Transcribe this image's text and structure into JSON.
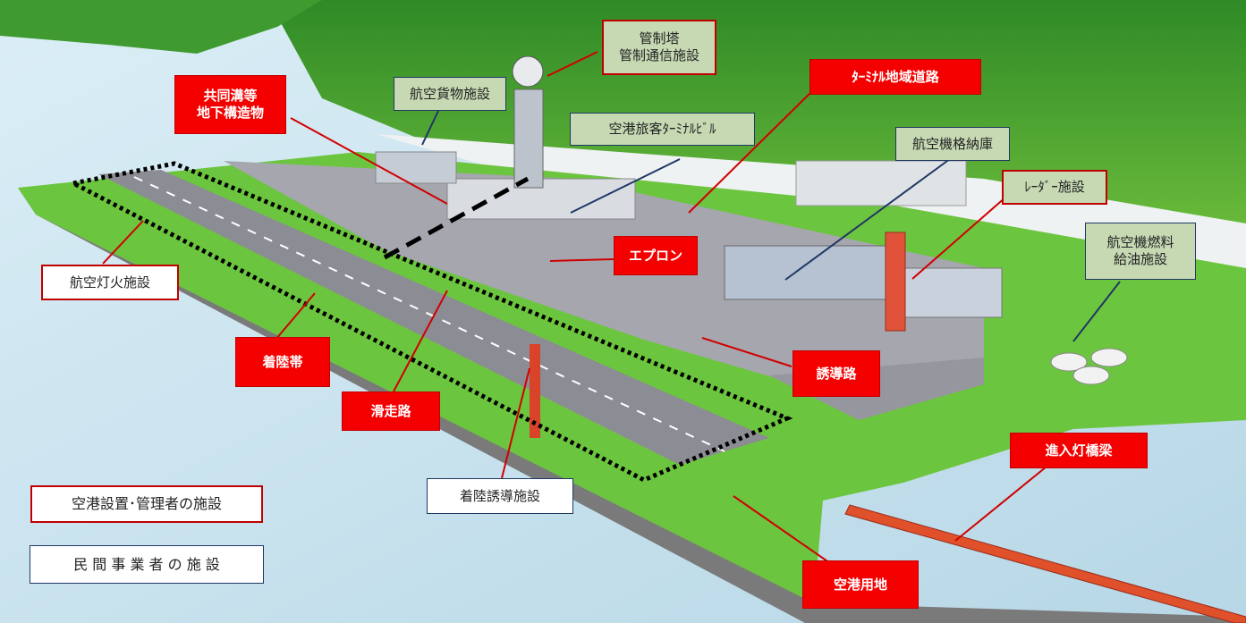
{
  "labels": {
    "control_tower": [
      "管制塔",
      "管制通信施設"
    ],
    "terminal_road": "ﾀｰﾐﾅﾙ地域道路",
    "utility_tunnel": [
      "共同溝等",
      "地下構造物"
    ],
    "cargo_facility": "航空貨物施設",
    "passenger_terminal": "空港旅客ﾀｰﾐﾅﾙﾋﾞﾙ",
    "hangar": "航空機格納庫",
    "radar_facility": "ﾚｰﾀﾞｰ施設",
    "fuel_facility": [
      "航空機燃料",
      "給油施設"
    ],
    "apron": "エプロン",
    "lighting_facility": "航空灯火施設",
    "runway_strip": "着陸帯",
    "runway": "滑走路",
    "taxiway": "誘導路",
    "approach_light_bridge": "進入灯橋梁",
    "landing_guidance": "着陸誘導施設",
    "airport_land": "空港用地"
  },
  "legend": {
    "airport_operator": "空港設置･管理者の施設",
    "private_operator": "民 間 事 業 者 の 施 設"
  },
  "colors": {
    "operator_border": "#c00000",
    "operator_fill": "#f50000",
    "private_border": "#1f3864",
    "label_bg": "#c6d9b3",
    "sea": "#c9e3ef",
    "grass": "#6cc53f",
    "hill": "#3f9a2f",
    "pavement": "#a6a6ae"
  }
}
